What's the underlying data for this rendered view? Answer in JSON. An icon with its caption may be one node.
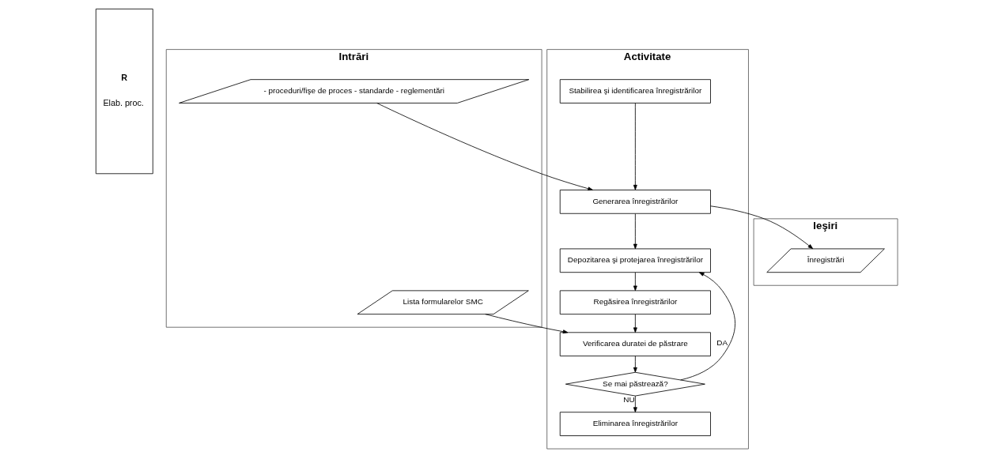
{
  "diagram": {
    "nodes": [
      {
        "text": [
          "R",
          "Elab. proc."
        ]
      },
      {
        "text": [
          "Intrări"
        ]
      },
      {
        "text": [
          "Activitate"
        ]
      },
      {
        "text": [
          "Ieşiri"
        ]
      },
      {
        "text": [
          "- proceduri/fişe de proces - standarde - reglementări"
        ],
        "in": 1
      },
      {
        "text": [
          "Lista formularelor SMC"
        ],
        "in": 1
      },
      {
        "text": [
          "Stabilirea şi identificarea înregistrărilor"
        ],
        "in": 2
      },
      {
        "text": [
          "Generarea înregistrărilor"
        ],
        "in": 2
      },
      {
        "text": [
          "Depozitarea şi protejarea înregistrărilor"
        ],
        "in": 2
      },
      {
        "text": [
          "Regăsirea înregistrărilor"
        ],
        "in": 2
      },
      {
        "text": [
          "Verificarea duratei de păstrare"
        ],
        "in": 2
      },
      {
        "text": [
          "Se mai păstrează?"
        ],
        "in": 2
      },
      {
        "text": [
          "Eliminarea înregistrărilor"
        ],
        "in": 2
      },
      {
        "text": [
          "Înregistrări"
        ],
        "in": 3
      }
    ],
    "edges": [
      {
        "from": 6,
        "to": 7,
        "arrow": "to"
      },
      {
        "from": 4,
        "to": 7,
        "arrow": "to"
      },
      {
        "from": 7,
        "to": 13,
        "arrow": "to"
      },
      {
        "from": 7,
        "to": 8,
        "arrow": "to"
      },
      {
        "from": 11,
        "to": 8,
        "arrow": "to",
        "label": "DA"
      },
      {
        "from": 8,
        "to": 9,
        "arrow": "to"
      },
      {
        "from": 9,
        "to": 10,
        "arrow": "to"
      },
      {
        "from": 5,
        "to": 10,
        "arrow": "to"
      },
      {
        "from": 10,
        "to": 11,
        "arrow": "to"
      },
      {
        "from": 11,
        "to": 12,
        "arrow": "to",
        "label": "NU"
      }
    ]
  }
}
